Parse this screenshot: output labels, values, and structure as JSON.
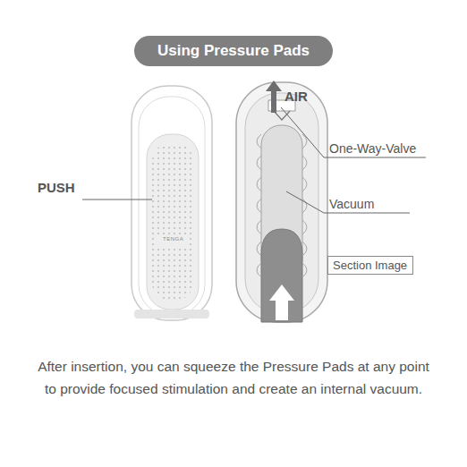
{
  "diagram": {
    "title": "Using Pressure Pads",
    "caption": "After insertion, you can squeeze the Pressure Pads at any point to provide focused stimulation and create an internal vacuum.",
    "nodes": [
      {
        "text": [
          "Section Image"
        ]
      }
    ],
    "labels": [
      "AIR",
      "PUSH",
      "One-Way-Valve",
      "Vacuum",
      "TENGA"
    ]
  }
}
